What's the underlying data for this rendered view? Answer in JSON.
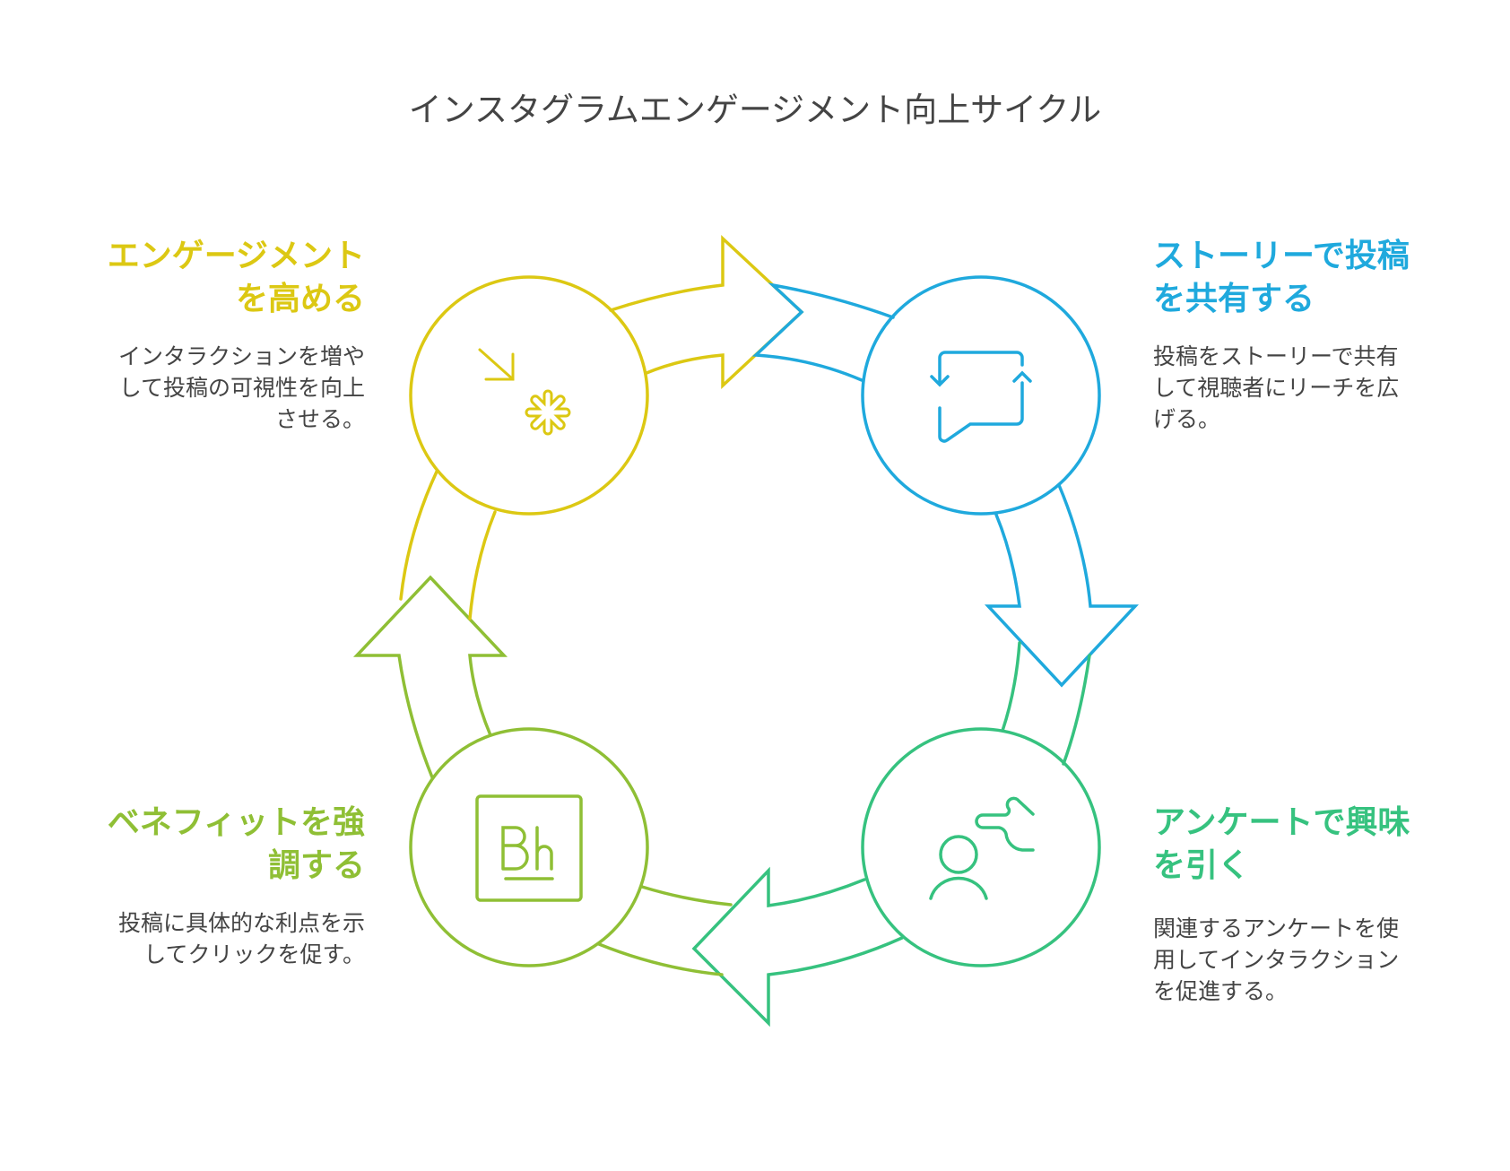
{
  "title": "インスタグラムエンゲージメント向上サイクル",
  "colors": {
    "yellow": "#dcc813",
    "blue": "#1fa9dd",
    "green": "#36c27f",
    "lime": "#8fbf35",
    "text": "#444444"
  },
  "steps": [
    {
      "id": "engage",
      "heading": [
        "エンゲージメント",
        "を高める"
      ],
      "body": [
        "インタラクションを増や",
        "して投稿の可視性を向上",
        "させる。"
      ],
      "icon": "sparkle-arrow-icon"
    },
    {
      "id": "stories",
      "heading": [
        "ストーリーで投稿",
        "を共有する"
      ],
      "body": [
        "投稿をストーリーで共有",
        "して視聴者にリーチを広",
        "げる。"
      ],
      "icon": "chat-repeat-icon"
    },
    {
      "id": "polls",
      "heading": [
        "アンケートで興味",
        "を引く"
      ],
      "body": [
        "関連するアンケートを使",
        "用してインタラクション",
        "を促進する。"
      ],
      "icon": "user-wave-icon"
    },
    {
      "id": "benefits",
      "heading": [
        "ベネフィットを強",
        "調する"
      ],
      "body": [
        "投稿に具体的な利点を示",
        "してクリックを促す。"
      ],
      "icon": "behance-icon"
    }
  ]
}
